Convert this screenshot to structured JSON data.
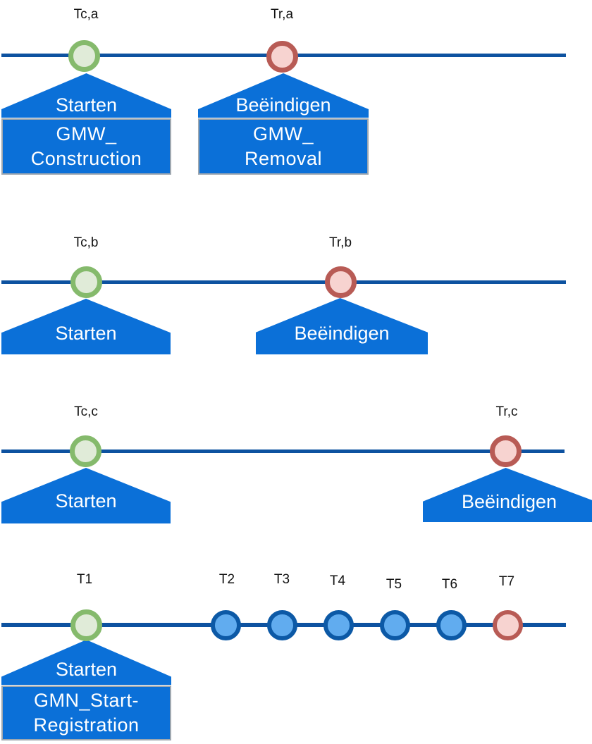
{
  "palette": {
    "timeline_blue": "#0d52a0",
    "shape_blue": "#0b70d8",
    "shape_text": "#ffffff",
    "label_text": "#121212",
    "construction_border": "#85ba6c",
    "construction_fill": "#e0ebd8",
    "removal_border": "#b85b55",
    "removal_fill": "#f7d3d0",
    "intermediate_border": "#0c59a6",
    "intermediate_fill": "#61acef",
    "doc_box_border": "#9fa8b0"
  },
  "rows": {
    "a": {
      "create": {
        "time": "Tc,a",
        "action": "Starten",
        "doc": [
          "GMW_",
          "Construction"
        ]
      },
      "remove": {
        "time": "Tr,a",
        "action": "Beëindigen",
        "doc": [
          "GMW_",
          "Removal"
        ]
      }
    },
    "b": {
      "create": {
        "time": "Tc,b",
        "action": "Starten"
      },
      "remove": {
        "time": "Tr,b",
        "action": "Beëindigen"
      }
    },
    "c": {
      "create": {
        "time": "Tc,c",
        "action": "Starten"
      },
      "remove": {
        "time": "Tr,c",
        "action": "Beëindigen"
      }
    },
    "d": {
      "create": {
        "time": "T1",
        "action": "Starten",
        "doc": [
          "GMN_Start-",
          "Registration"
        ]
      },
      "intermediate": [
        "T2",
        "T3",
        "T4",
        "T5",
        "T6"
      ],
      "end": {
        "time": "T7"
      }
    }
  }
}
